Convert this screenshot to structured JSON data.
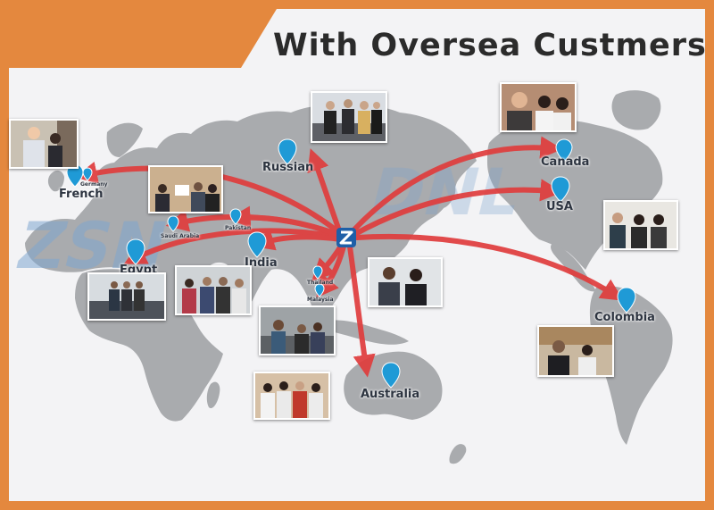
{
  "title": "With Oversea Custmers",
  "colors": {
    "frame": "#e4883e",
    "background": "#f3f3f5",
    "land": "#a9abae",
    "arrow": "#e03c3c",
    "pin": "#1f9ad6",
    "watermark": "#7fa6cf"
  },
  "hub": {
    "icon": "logo-z-icon"
  },
  "locations": [
    {
      "key": "french",
      "label": "French",
      "size": "large"
    },
    {
      "key": "germany",
      "label": "Germany",
      "size": "small"
    },
    {
      "key": "egypt",
      "label": "Egypt",
      "size": "large"
    },
    {
      "key": "saudi-arabia",
      "label": "Saudi Arabia",
      "size": "small"
    },
    {
      "key": "pakistan",
      "label": "Pakistan",
      "size": "small"
    },
    {
      "key": "india",
      "label": "India",
      "size": "large"
    },
    {
      "key": "russian",
      "label": "Russian",
      "size": "large"
    },
    {
      "key": "thailand",
      "label": "Thailand",
      "size": "small"
    },
    {
      "key": "malaysia",
      "label": "Malaysia",
      "size": "small"
    },
    {
      "key": "australia",
      "label": "Australia",
      "size": "large"
    },
    {
      "key": "canada",
      "label": "Canada",
      "size": "large"
    },
    {
      "key": "usa",
      "label": "USA",
      "size": "large"
    },
    {
      "key": "colombia",
      "label": "Colombia",
      "size": "large"
    }
  ],
  "photos": [
    "photo-europe-customers",
    "photo-middle-east-customers",
    "photo-russia-customers",
    "photo-canada-customers",
    "photo-usa-customers",
    "photo-egypt-customers",
    "photo-india-customers",
    "photo-china-visit",
    "photo-southeast-asia-customers",
    "photo-australia-customers",
    "photo-colombia-customers",
    "photo-asia-customers"
  ]
}
